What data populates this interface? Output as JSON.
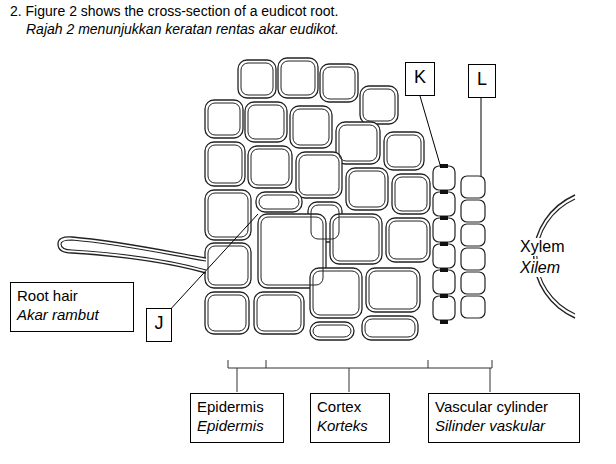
{
  "diagram": {
    "title": "2. Figure 2 shows the cross-section of a eudicot root.",
    "nodes": [
      {
        "text": [
          "K"
        ]
      },
      {
        "text": [
          "L"
        ]
      },
      {
        "text": [
          "Root hair",
          "Akar rambut"
        ]
      },
      {
        "text": [
          "J"
        ]
      },
      {
        "text": [
          "Epidermis",
          "Epidermis"
        ]
      },
      {
        "text": [
          "Cortex",
          "Korteks"
        ]
      },
      {
        "text": [
          "Vascular cylinder",
          "Silinder vaskular"
        ]
      }
    ],
    "labels": [
      "Rajah 2 menunjukkan keratan rentas akar eudikot.",
      "Xylem",
      "Xilem"
    ]
  }
}
